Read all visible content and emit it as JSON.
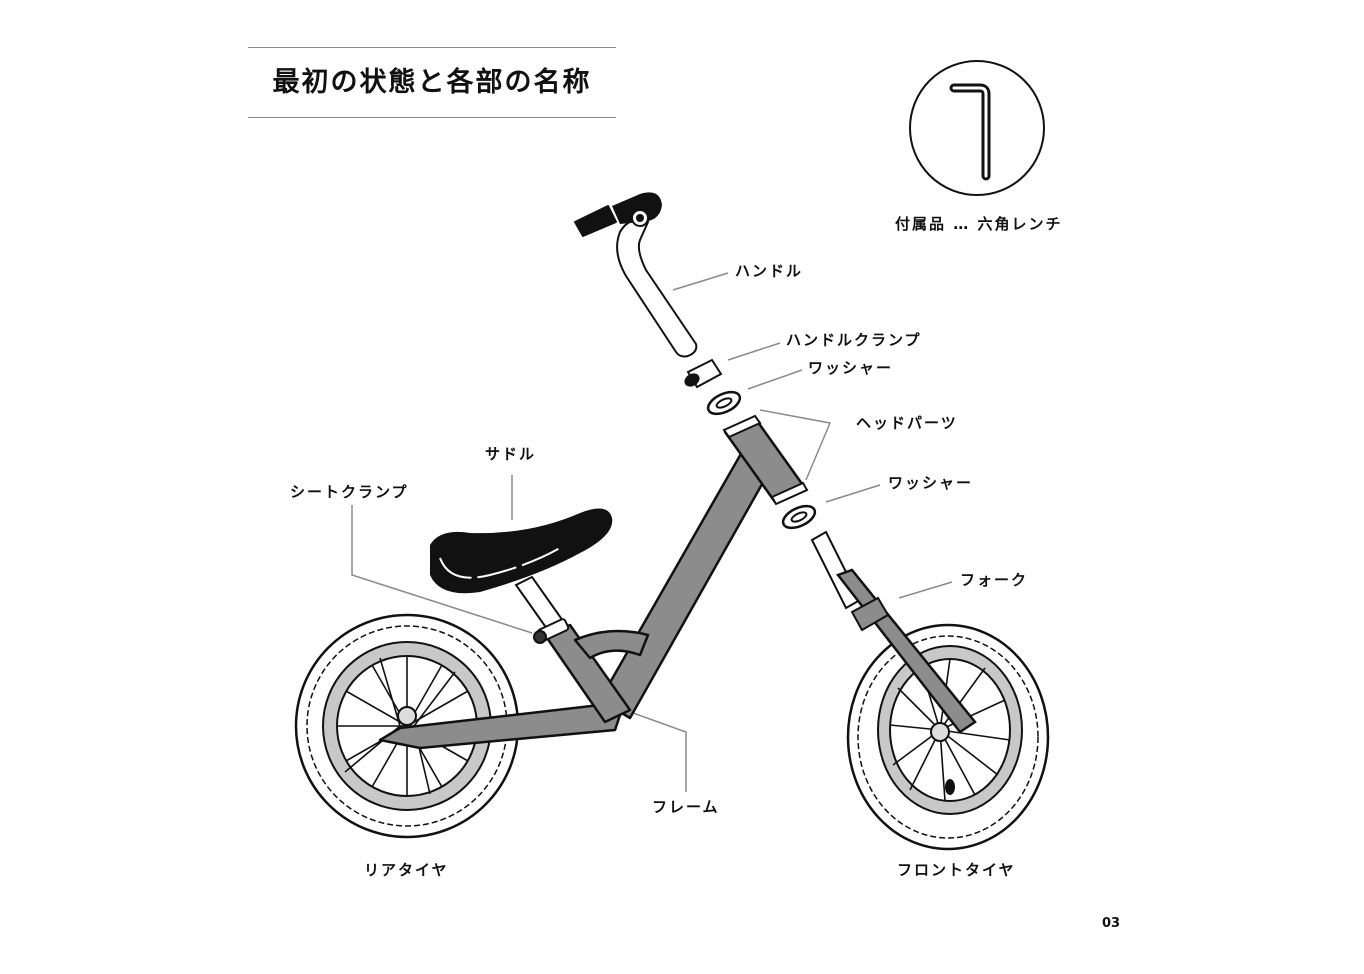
{
  "page": {
    "title": "最初の状態と各部の名称",
    "page_number": "03"
  },
  "accessory": {
    "label": "付属品 … 六角レンチ",
    "icon": "hex-wrench-icon"
  },
  "colors": {
    "frame_gray": "#8c8c8c",
    "rim_gray": "#c8c8c8",
    "leader_line": "#8a8a8a",
    "ink": "#111111"
  },
  "parts": [
    {
      "id": "handle",
      "label": "ハンドル"
    },
    {
      "id": "handle-clamp",
      "label": "ハンドルクランプ"
    },
    {
      "id": "washer-top",
      "label": "ワッシャー"
    },
    {
      "id": "head-parts",
      "label": "ヘッドパーツ"
    },
    {
      "id": "washer-bottom",
      "label": "ワッシャー"
    },
    {
      "id": "fork",
      "label": "フォーク"
    },
    {
      "id": "saddle",
      "label": "サドル"
    },
    {
      "id": "seat-clamp",
      "label": "シートクランプ"
    },
    {
      "id": "frame",
      "label": "フレーム"
    },
    {
      "id": "rear-tire",
      "label": "リアタイヤ"
    },
    {
      "id": "front-tire",
      "label": "フロントタイヤ"
    }
  ]
}
